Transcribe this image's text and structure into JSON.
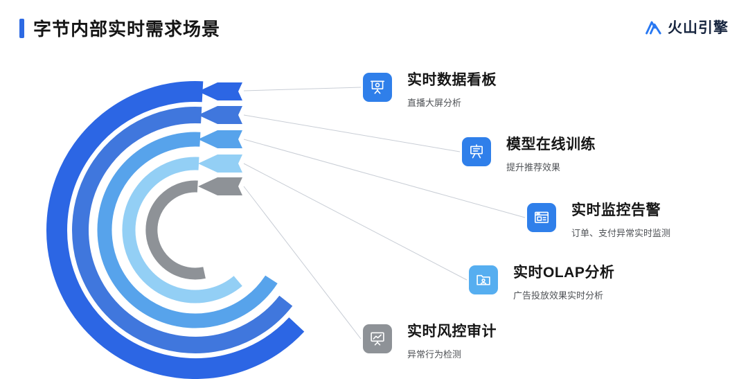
{
  "header": {
    "title": "字节内部实时需求场景",
    "accent_color": "#2D6AE3"
  },
  "brand": {
    "name": "火山引擎",
    "icon": "volcano-mountain-icon",
    "icon_color": "#2878F2",
    "text_color": "#16243E"
  },
  "diagram": {
    "type": "concentric-arc-radial-diagram",
    "connector_color": "#C8CDD5",
    "rings": [
      {
        "color": "#2C66E4"
      },
      {
        "color": "#4077DD"
      },
      {
        "color": "#57A3EB"
      },
      {
        "color": "#93CFF5"
      },
      {
        "color": "#8E9297"
      }
    ]
  },
  "items": [
    {
      "title": "实时数据看板",
      "subtitle": "直播大屏分析",
      "icon": "projector-screen-icon",
      "icon_color": "#2F7FEA"
    },
    {
      "title": "模型在线训练",
      "subtitle": "提升推荐效果",
      "icon": "training-board-icon",
      "icon_color": "#2F7FEA"
    },
    {
      "title": "实时监控告警",
      "subtitle": "订单、支付异常实时监测",
      "icon": "monitor-window-icon",
      "icon_color": "#2F7FEA"
    },
    {
      "title": "实时OLAP分析",
      "subtitle": "广告投放效果实时分析",
      "icon": "folder-user-icon",
      "icon_color": "#56AEF0"
    },
    {
      "title": "实时风控审计",
      "subtitle": "异常行为检测",
      "icon": "chart-board-icon",
      "icon_color": "#8E9297"
    }
  ]
}
